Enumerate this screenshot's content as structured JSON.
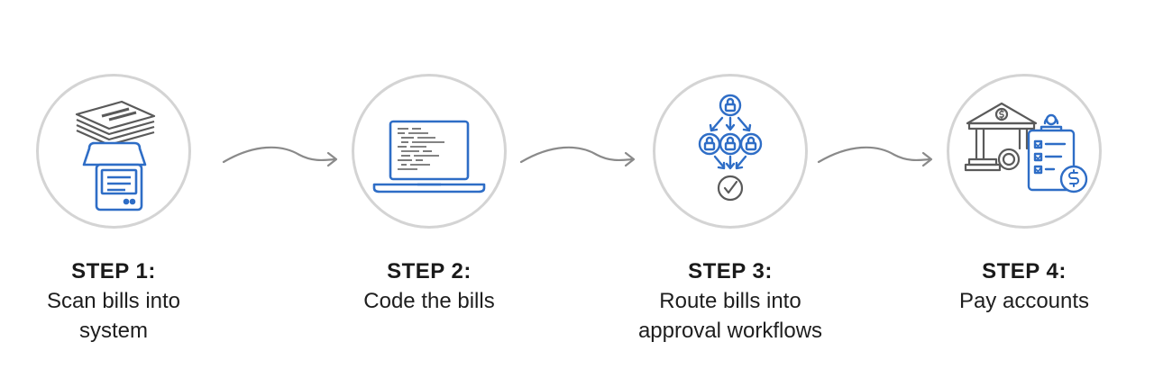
{
  "colors": {
    "icon_blue": "#2e6dc6",
    "icon_gray": "#5a5a5a",
    "circle_border": "#d4d4d4",
    "arrow": "#8a8a8a"
  },
  "steps": [
    {
      "title": "STEP 1:",
      "desc_lines": [
        "Scan bills into",
        "system"
      ],
      "icon": "scanner-with-bills-icon"
    },
    {
      "title": "STEP 2:",
      "desc_lines": [
        "Code the bills"
      ],
      "icon": "laptop-code-icon"
    },
    {
      "title": "STEP 3:",
      "desc_lines": [
        "Route bills into",
        "approval workflows"
      ],
      "icon": "approval-workflow-icon"
    },
    {
      "title": "STEP 4:",
      "desc_lines": [
        "Pay accounts"
      ],
      "icon": "bank-payment-checklist-icon"
    }
  ]
}
